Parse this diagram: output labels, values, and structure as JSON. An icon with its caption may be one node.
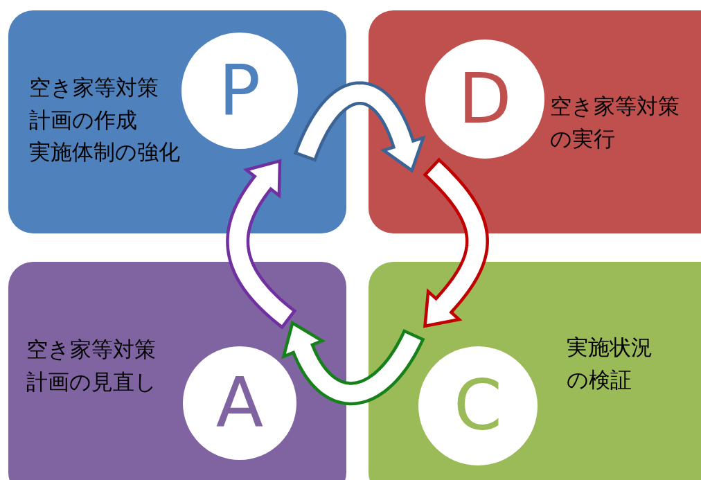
{
  "diagram": {
    "nodes": [
      {
        "text": [
          "空き家等対策計画の作成",
          "実施体制の強化"
        ]
      },
      {
        "text": [
          "P"
        ],
        "in": 0
      },
      {
        "text": [
          "空き家等対策の実行"
        ]
      },
      {
        "text": [
          "D"
        ],
        "in": 2
      },
      {
        "text": [
          "空き家等対策計画の見直し"
        ]
      },
      {
        "text": [
          "A"
        ],
        "in": 4
      },
      {
        "text": [
          "実施状況の検証"
        ]
      },
      {
        "text": [
          "C"
        ],
        "in": 6
      }
    ],
    "edges": [
      {
        "from": 1,
        "to": 3,
        "arrow": "to",
        "color": "#3b6495"
      },
      {
        "from": 3,
        "to": 7,
        "arrow": "to",
        "color": "#c00000"
      },
      {
        "from": 7,
        "to": 5,
        "arrow": "to",
        "color": "#16801a"
      },
      {
        "from": 5,
        "to": 1,
        "arrow": "to",
        "color": "#7030a0"
      }
    ]
  }
}
